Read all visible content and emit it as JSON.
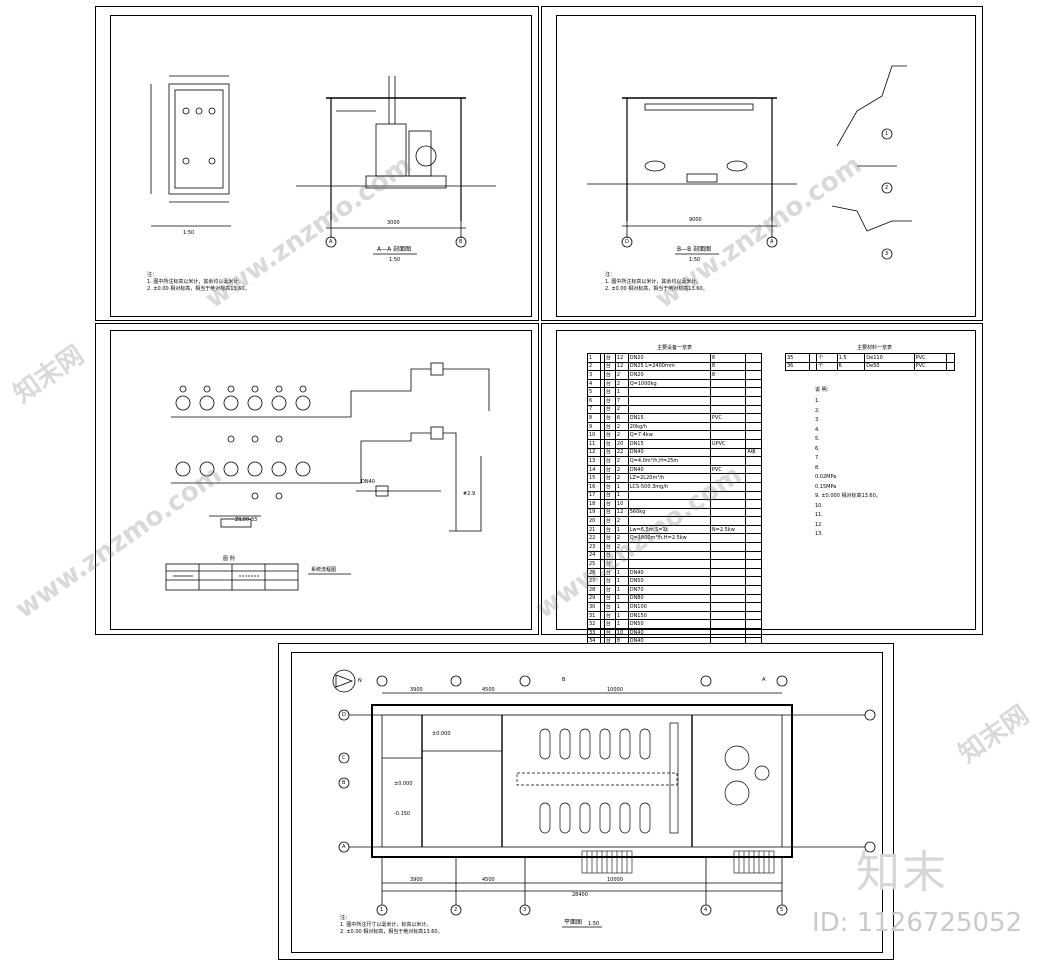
{
  "watermark": {
    "site": "www.znzmo.com",
    "brand": "知末",
    "cn_mark": "知末网"
  },
  "doc_id": "ID: 1126725052",
  "sheet1": {
    "scale_left": "1:50",
    "title_right": "A—A 剖面图",
    "scale_right": "1:50",
    "dim_width": "3000",
    "axis_left": "A",
    "axis_right": "B",
    "note_head": "注：",
    "note_1": "1. 图中所注标高以米计，其余均以毫米计。",
    "note_2": "2. ±0.00 相对标高，相当于绝对标高13.60。"
  },
  "sheet2": {
    "title": "B—B 剖面图",
    "scale": "1:50",
    "dim_width": "9000",
    "axis_left": "D",
    "axis_right": "A",
    "detail_1": "1",
    "detail_2": "2",
    "detail_3": "3",
    "note_head": "注：",
    "note_1": "1. 图中所注标高以米计，其余均以毫米计。",
    "note_2": "2. ±0.00 相对标高，相当于绝对标高13.60。"
  },
  "sheet3": {
    "system_label": "系统流程图",
    "legend_title": "图  例",
    "label_dn": "DN40",
    "label_elev": "#2.9",
    "label_ht": "ZIL00-33"
  },
  "sheet4": {
    "table_title": "主要设备一览表",
    "table2_title": "主要材料一览表",
    "notes_title": "说  明：",
    "rows": [
      [
        "1",
        "",
        "台",
        "12",
        "DN20",
        "8",
        ""
      ],
      [
        "2",
        "",
        "台",
        "12",
        "DN25 L=2400mm",
        "8",
        ""
      ],
      [
        "3",
        "",
        "台",
        "2",
        "DN20",
        "8",
        ""
      ],
      [
        "4",
        "",
        "台",
        "2",
        "Q=1000kg",
        "",
        ""
      ],
      [
        "5",
        "",
        "台",
        "1",
        "",
        "",
        ""
      ],
      [
        "6",
        "",
        "台",
        "7",
        "",
        "",
        ""
      ],
      [
        "7",
        "",
        "台",
        "2",
        "",
        "",
        ""
      ],
      [
        "8",
        "",
        "台",
        "6",
        "DN15",
        "PVC",
        ""
      ],
      [
        "9",
        "",
        "台",
        "2",
        "20kg/h",
        "",
        ""
      ],
      [
        "10",
        "",
        "台",
        "2",
        "Q=7.4kw",
        "",
        ""
      ],
      [
        "11",
        "",
        "台",
        "20",
        "DN15",
        "UPVC",
        ""
      ],
      [
        "12",
        "",
        "台",
        "22",
        "DN40",
        "",
        "A级"
      ],
      [
        "13",
        "",
        "台",
        "2",
        "Q=4.0m³/h,H=25m",
        "",
        ""
      ],
      [
        "14",
        "",
        "台",
        "2",
        "DN40",
        "PVC",
        ""
      ],
      [
        "15",
        "",
        "台",
        "2",
        "LZ=2L20m³/h",
        "",
        ""
      ],
      [
        "16",
        "",
        "台",
        "1",
        "LCS-500.3mg/h",
        "",
        ""
      ],
      [
        "17",
        "",
        "台",
        "1",
        "",
        "",
        ""
      ],
      [
        "18",
        "",
        "台",
        "10",
        "",
        "",
        ""
      ],
      [
        "19",
        "",
        "台",
        "12",
        "560kg",
        "",
        ""
      ],
      [
        "20",
        "",
        "台",
        "2",
        "",
        "",
        ""
      ],
      [
        "21",
        "",
        "台",
        "1",
        "Lw=6.5m  S=1t",
        "N=2.5kw",
        ""
      ],
      [
        "22",
        "",
        "台",
        "2",
        "Q=1800m³/h,H=2.5kw",
        "",
        ""
      ],
      [
        "23",
        "",
        "台",
        "2",
        "",
        "",
        ""
      ],
      [
        "24",
        "",
        "台",
        "",
        "",
        "",
        ""
      ],
      [
        "25",
        "",
        "台",
        "",
        "",
        "",
        ""
      ],
      [
        "26",
        "",
        "台",
        "1",
        "DN40",
        "",
        ""
      ],
      [
        "27",
        "",
        "台",
        "1",
        "DN50",
        "",
        ""
      ],
      [
        "28",
        "",
        "台",
        "1",
        "DN70",
        "",
        ""
      ],
      [
        "29",
        "",
        "台",
        "1",
        "DN80",
        "",
        ""
      ],
      [
        "30",
        "",
        "台",
        "1",
        "DN100",
        "",
        ""
      ],
      [
        "31",
        "",
        "台",
        "1",
        "DN150",
        "",
        ""
      ],
      [
        "32",
        "",
        "台",
        "1",
        "DN50",
        "",
        ""
      ],
      [
        "33",
        "",
        "台",
        "10",
        "DN40",
        "",
        ""
      ],
      [
        "34",
        "",
        "台",
        "8",
        "DN40",
        "",
        ""
      ]
    ],
    "rows2": [
      [
        "35",
        "",
        "个",
        "1.5",
        "De110",
        "PVC",
        ""
      ],
      [
        "36",
        "",
        "个",
        "6",
        "De50",
        "PVC",
        ""
      ]
    ],
    "notes": [
      "1.",
      "2.",
      "3.",
      "4.",
      "5.",
      "6.",
      "7.",
      "8.",
      "0.02MPa",
      "0.15MPa",
      "9. ±0.000 相对标高13.60。",
      "10.",
      "11.",
      "12.",
      "13."
    ]
  },
  "sheet5": {
    "title": "平面图",
    "scale": "1:50",
    "north": "N",
    "axis_bottom": [
      "1",
      "2",
      "3",
      "4",
      "5"
    ],
    "axis_side": [
      "D",
      "C",
      "B",
      "A"
    ],
    "dims_top": [
      "3900",
      "4500",
      "10000"
    ],
    "dims_bottom": [
      "3900",
      "4500",
      "10000"
    ],
    "dim_total": "28400",
    "section_b": "B",
    "section_a": "A",
    "note_head": "注：",
    "note_1": "1. 图中所注尺寸以毫米计，标高以米计。",
    "note_2": "2. ±0.00 相对标高，相当于绝对标高13.60。",
    "elev_1": "±0.000",
    "elev_2": "±0.000",
    "elev_3": "-0.150"
  }
}
